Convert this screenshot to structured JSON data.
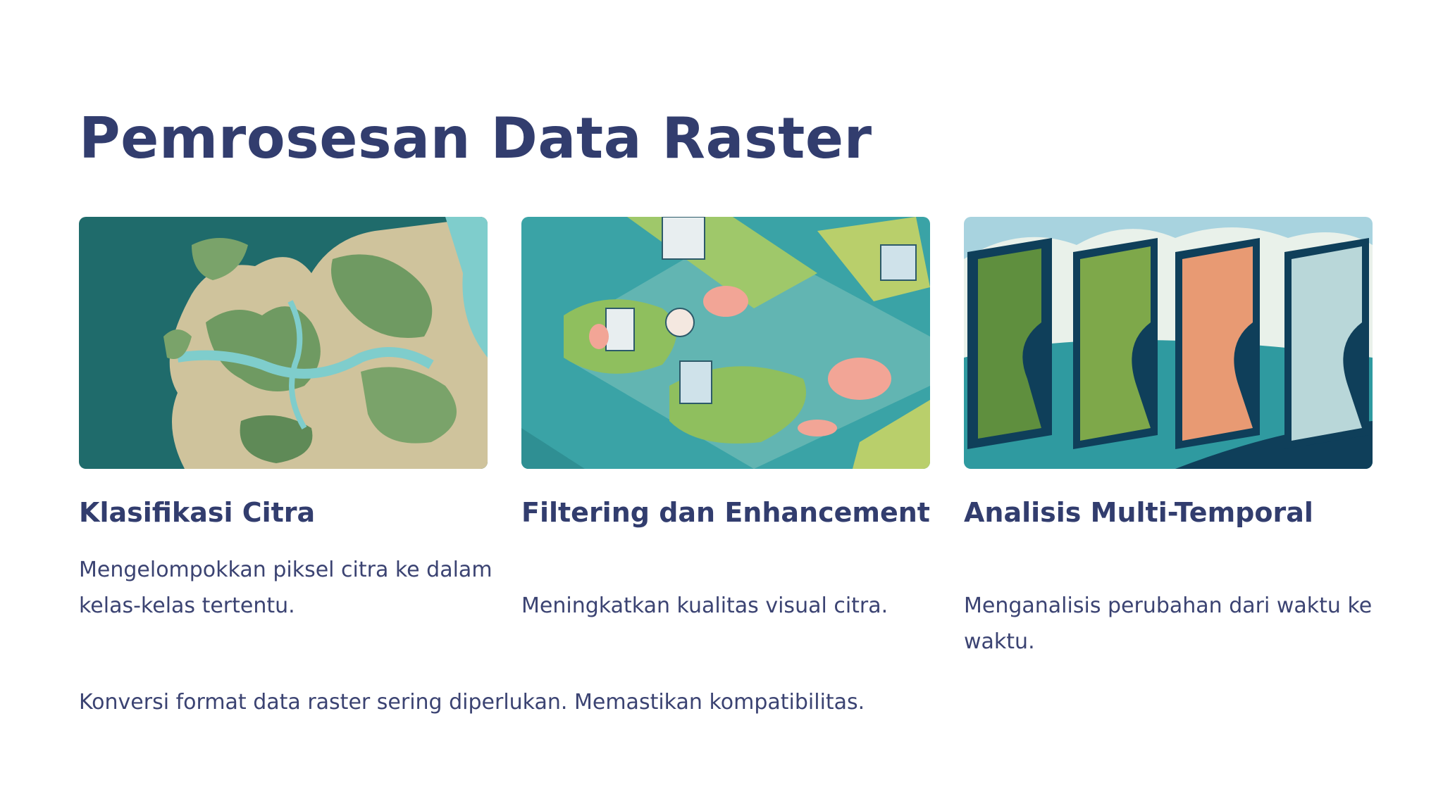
{
  "slide": {
    "title": "Pemrosesan Data Raster",
    "cards": [
      {
        "heading": "Klasifikasi Citra",
        "description": "Mengelompokkan piksel citra ke dalam kelas-kelas tertentu."
      },
      {
        "heading": "Filtering dan Enhancement",
        "description": "Meningkatkan kualitas visual citra."
      },
      {
        "heading": "Analisis Multi-Temporal",
        "description": "Menganalisis perubahan dari waktu ke waktu."
      }
    ],
    "footer": "Konversi format data raster sering diperlukan. Memastikan kompatibilitas."
  },
  "colors": {
    "title": "#323d6e",
    "body_text": "#3b4372",
    "teal_dark": "#1f6b6b",
    "teal_light": "#3aa3a6",
    "land_green": "#6f9a62",
    "land_beige": "#cfc39c",
    "pink": "#f2a596"
  }
}
